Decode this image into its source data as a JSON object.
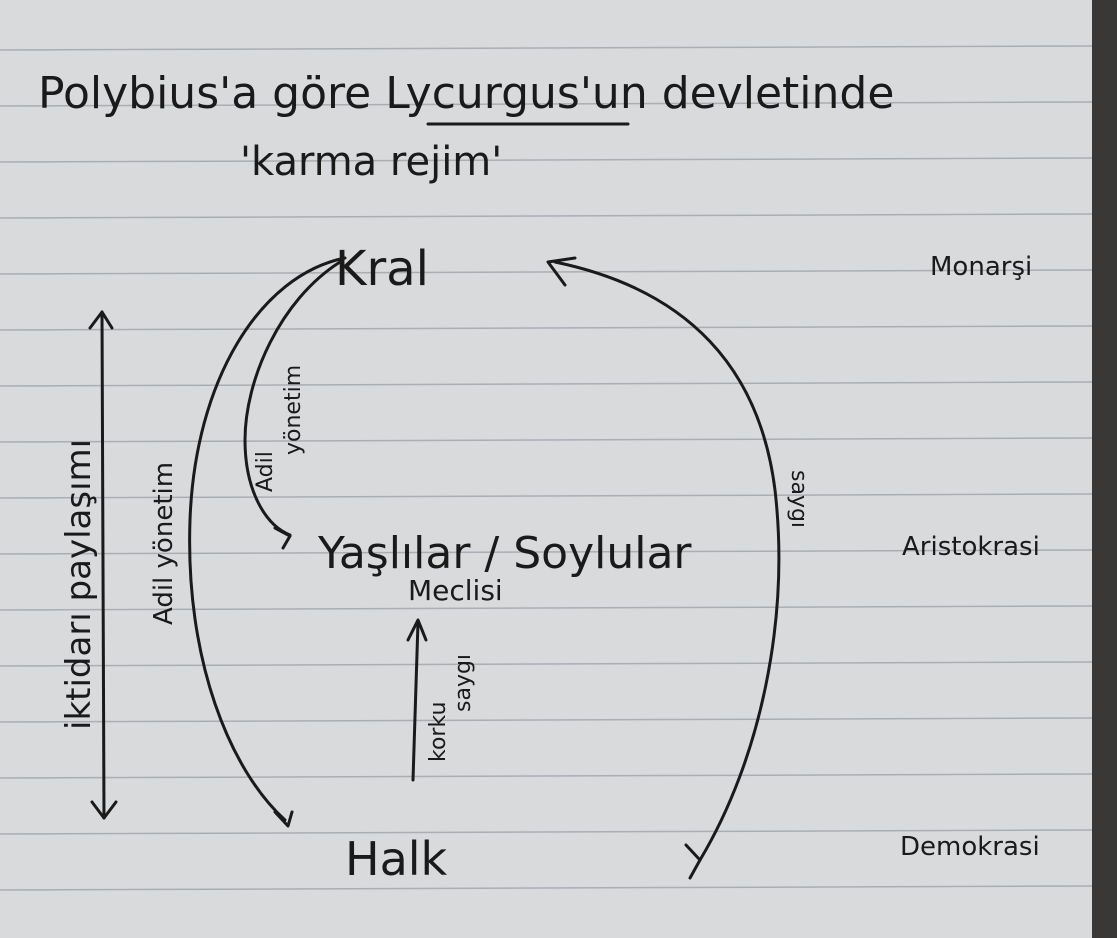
{
  "title": {
    "line1": "Polybius'a göre Lycurgus'un devletinde",
    "line2": "'karma rejim'"
  },
  "nodes": {
    "king": "Kral",
    "council": "Yaşlılar / Soylular",
    "council_sub": "Meclisi",
    "people": "Halk"
  },
  "forms": {
    "monarchy": "Monarşi",
    "aristocracy": "Aristokrasi",
    "democracy": "Demokrasi"
  },
  "edge_labels": {
    "power_sharing": "iktidarı paylaşımı",
    "just_rule_outer": "Adil yönetim",
    "just_rule_inner_1": "Adil",
    "just_rule_inner_2": "yönetim",
    "fear": "korku",
    "respect_inner": "saygı",
    "respect_outer": "saygı"
  },
  "colors": {
    "paper": "#d9dadc",
    "ink": "#1a1a1a",
    "rule": "#a9aeb5"
  }
}
